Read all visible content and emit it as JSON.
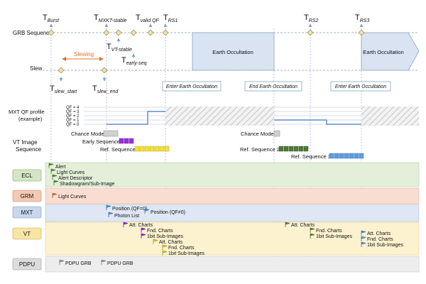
{
  "timing": {
    "t_burst": "T",
    "t_burst_sub": "Burst",
    "t_mxkt": "T",
    "t_mxkt_sub": "MXKT-stable",
    "t_valid": "T",
    "t_valid_sub": "valid QF",
    "t_rs1": "T",
    "t_rs1_sub": "RS1",
    "t_rs2": "T",
    "t_rs2_sub": "RS2",
    "t_rs3": "T",
    "t_rs3_sub": "RS3",
    "t_vt": "T",
    "t_vt_sub": "VT-stable",
    "t_early": "T",
    "t_early_sub": "early-seq",
    "t_slew_start": "T",
    "t_slew_start_sub": "slew_start",
    "t_slew_end": "T",
    "t_slew_end_sub": "slew_end"
  },
  "rows": {
    "grb_sequence": "GRB Sequence",
    "slew": "Slew",
    "slewing": "Slewing",
    "earth_occ_1": "Earth Occultation",
    "earth_occ_2": "Earth Occultation",
    "enter_occ_1": "Enter Earth Occultation",
    "end_occ": "End Earth Occultation",
    "enter_occ_2": "Enter Earth Occultation"
  },
  "qf": {
    "title_line1": "MXT QF profile",
    "title_line2": "(example)",
    "levels": [
      "QF = 4",
      "QF = 3",
      "QF = 2",
      "QF = 1",
      "QF = 0"
    ]
  },
  "vt": {
    "title_line1": "VT Image",
    "title_line2": "Sequence",
    "chance_mode_1": "Chance Mode",
    "chance_mode_2": "Chance Mode",
    "early_sequence": "Early Sequence",
    "ref_seq_1": "Ref. Sequence 1",
    "ref_seq_2": "Ref. Sequence 2",
    "ref_seq_3": "Ref. Sequence 3"
  },
  "instruments": {
    "ecl": "ECL",
    "grm": "GRM",
    "mxt": "MXT",
    "vt": "VT",
    "pdpu": "PDPU"
  },
  "ecl_items": [
    "Alert",
    "Light Curves",
    "Alert Descriptor",
    "Shadowgram/Sub-Image"
  ],
  "grm_items": [
    "Light Curves"
  ],
  "mxt_items": [
    "Position (QF=0)",
    "Photon List",
    "Position (QF≠0)"
  ],
  "vt_items": {
    "early": [
      "Att. Charts",
      "Fnd. Charts",
      "1bit Sub-Images"
    ],
    "ref1": [
      "Att. Charts",
      "Fnd. Charts",
      "1bit Sub-Images"
    ],
    "ref2": [
      "Att. Charts",
      "Fnd. Charts",
      "1bit Sub-Images"
    ],
    "ref3": [
      "Att. Charts",
      "Fnd. Charts",
      "1bit Sub-Images"
    ]
  },
  "pdpu_items": [
    "PDPU GRB",
    "PDPU GRB"
  ],
  "colors": {
    "ecl_bg": "#e3efd9",
    "grm_bg": "#f8ddd0",
    "mxt_bg": "#dee7f3",
    "vt_bg": "#fdf2cf",
    "pdpu_bg": "#ededed",
    "occultation": "#d9e3f1",
    "flag_green": "#5b8a3c",
    "flag_orange": "#c87a3c",
    "flag_blue": "#5b8fd6",
    "flag_purple": "#8e2dd2",
    "flag_yellow": "#e8d534",
    "flag_olive": "#6a8a3a",
    "flag_gray": "#9c9c9c",
    "slewing": "#e07033",
    "qf_line": "#3a78c2"
  }
}
